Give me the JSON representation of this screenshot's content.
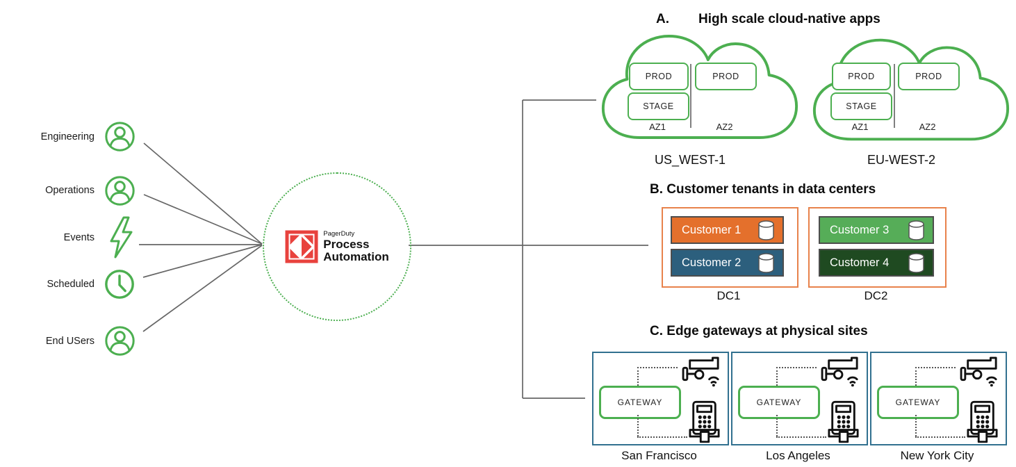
{
  "palette": {
    "green": "#4CAF50",
    "line_gray": "#666666",
    "logo_red": "#E8423D",
    "dc_border_orange": "#E8824B",
    "tenant_border_gray": "#4D4D4D",
    "site_border_blue": "#31708F",
    "customer1_orange": "#E4702C",
    "customer2_blue": "#2C5F7D",
    "customer3_green": "#56AD58",
    "customer4_dark_green": "#1F4A21"
  },
  "sources": [
    {
      "label": "Engineering",
      "icon": "person-icon"
    },
    {
      "label": "Operations",
      "icon": "person-icon"
    },
    {
      "label": "Events",
      "icon": "lightning-icon"
    },
    {
      "label": "Scheduled",
      "icon": "clock-icon"
    },
    {
      "label": "End USers",
      "icon": "person-icon"
    }
  ],
  "hub": {
    "brand": "PagerDuty",
    "product_line1": "Process",
    "product_line2": "Automation"
  },
  "sections": {
    "a": {
      "label": "A.",
      "title": "High scale cloud-native apps",
      "clouds": [
        {
          "name": "US_WEST-1",
          "zones": [
            {
              "label": "AZ1",
              "boxes": [
                "PROD",
                "STAGE"
              ]
            },
            {
              "label": "AZ2",
              "boxes": [
                "PROD"
              ]
            }
          ]
        },
        {
          "name": "EU-WEST-2",
          "zones": [
            {
              "label": "AZ1",
              "boxes": [
                "PROD",
                "STAGE"
              ]
            },
            {
              "label": "AZ2",
              "boxes": [
                "PROD"
              ]
            }
          ]
        }
      ]
    },
    "b": {
      "title": "B. Customer tenants in data centers",
      "datacenters": [
        {
          "name": "DC1",
          "tenants": [
            {
              "label": "Customer 1",
              "color": "#E4702C",
              "icon": "database-icon"
            },
            {
              "label": "Customer 2",
              "color": "#2C5F7D",
              "icon": "database-icon"
            }
          ]
        },
        {
          "name": "DC2",
          "tenants": [
            {
              "label": "Customer 3",
              "color": "#56AD58",
              "icon": "database-icon"
            },
            {
              "label": "Customer 4",
              "color": "#1F4A21",
              "icon": "database-icon"
            }
          ]
        }
      ]
    },
    "c": {
      "title": "C. Edge gateways at physical sites",
      "sites": [
        {
          "name": "San Francisco",
          "gateway_label": "GATEWAY",
          "icons": [
            "security-camera-icon",
            "payment-terminal-icon"
          ]
        },
        {
          "name": "Los Angeles",
          "gateway_label": "GATEWAY",
          "icons": [
            "security-camera-icon",
            "payment-terminal-icon"
          ]
        },
        {
          "name": "New York City",
          "gateway_label": "GATEWAY",
          "icons": [
            "security-camera-icon",
            "payment-terminal-icon"
          ]
        }
      ]
    }
  }
}
